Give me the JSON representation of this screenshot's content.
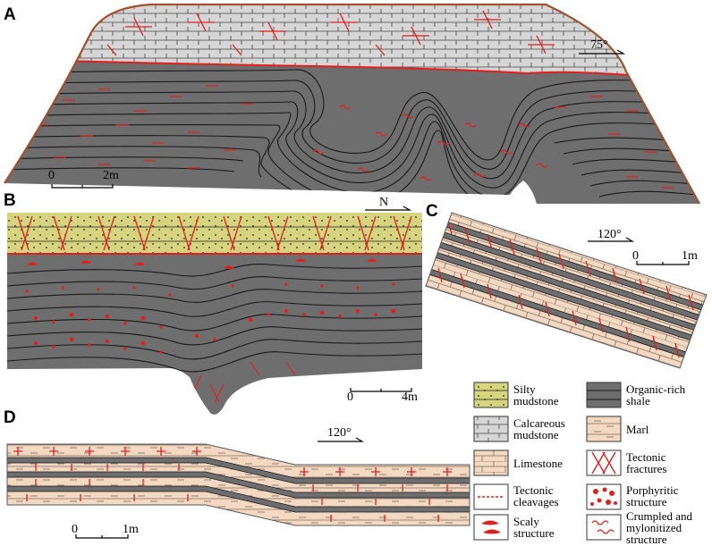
{
  "panels": {
    "a": {
      "label": "A",
      "angle": "75°",
      "scale_start": "0",
      "scale_end": "2m"
    },
    "b": {
      "label": "B",
      "north": "N",
      "scale_start": "0",
      "scale_end": "4m"
    },
    "c": {
      "label": "C",
      "angle": "120°",
      "scale_start": "0",
      "scale_end": "1m"
    },
    "d": {
      "label": "D",
      "angle": "120°",
      "scale_start": "0",
      "scale_end": "1m"
    }
  },
  "legend": [
    {
      "id": "silty-mudstone",
      "lines": [
        "Silty",
        "mudstone"
      ]
    },
    {
      "id": "organic-rich-shale",
      "lines": [
        "Organic-rich",
        "shale"
      ]
    },
    {
      "id": "calcareous-mudstone",
      "lines": [
        "Calcareous",
        "mudstone"
      ]
    },
    {
      "id": "marl",
      "lines": [
        "Marl"
      ]
    },
    {
      "id": "limestone",
      "lines": [
        "Limestone"
      ]
    },
    {
      "id": "tectonic-fractures",
      "lines": [
        "Tectonic",
        "fractures"
      ]
    },
    {
      "id": "tectonic-cleavages",
      "lines": [
        "Tectonic",
        "cleavages"
      ]
    },
    {
      "id": "porphyritic-structure",
      "lines": [
        "Porphyritic",
        "structure"
      ]
    },
    {
      "id": "scaly-structure",
      "lines": [
        "Scaly",
        "structure"
      ]
    },
    {
      "id": "crumpled-structure",
      "lines": [
        "Crumpled and",
        "mylonitized",
        "structure"
      ]
    }
  ],
  "colors": {
    "shale": "#6e6e6e",
    "shale_line": "#1a1a1a",
    "calcareous": "#d6d6d6",
    "silty": "#d6d47e",
    "limestone": "#f3d9c2",
    "red": "#e0201e",
    "outline": "#a0522d"
  }
}
